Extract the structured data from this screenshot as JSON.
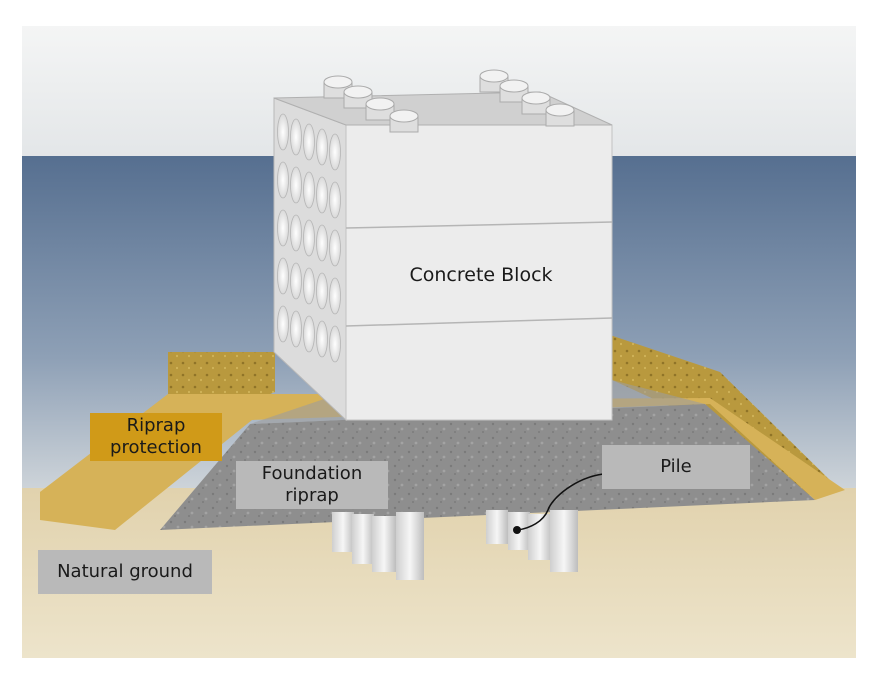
{
  "labels": {
    "concrete_block": "Concrete Block",
    "riprap_protection": "Riprap\nprotection",
    "foundation_riprap": "Foundation\nriprap",
    "pile": "Pile",
    "natural_ground": "Natural ground"
  },
  "colors": {
    "sky": "#e9edf0",
    "sea_top": "#5d7696",
    "sea_bottom": "#c9d0d6",
    "ground": "#e6d9b9",
    "riprap_protection": "#c6a84e",
    "foundation_riprap": "#8c8c8c",
    "concrete": "#e8e8e8",
    "label_gray": "#b9b9b9",
    "label_gold": "#d09a18"
  }
}
